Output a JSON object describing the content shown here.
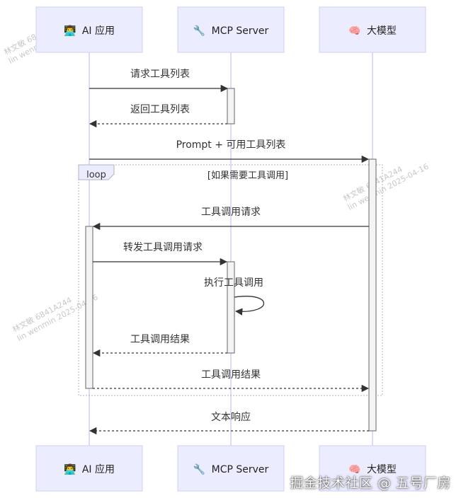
{
  "participants": [
    {
      "id": "app",
      "icon": "👨‍💻",
      "label": "AI 应用"
    },
    {
      "id": "mcp",
      "icon": "🔧",
      "label": "MCP Server"
    },
    {
      "id": "llm",
      "icon": "🧠",
      "label": "大模型"
    }
  ],
  "messages": [
    {
      "from": "app",
      "to": "mcp",
      "style": "solid",
      "text": "请求工具列表"
    },
    {
      "from": "mcp",
      "to": "app",
      "style": "dashed",
      "text": "返回工具列表"
    },
    {
      "from": "app",
      "to": "llm",
      "style": "solid",
      "text": "Prompt + 可用工具列表"
    },
    {
      "from": "llm",
      "to": "app",
      "style": "solid",
      "text": "工具调用请求"
    },
    {
      "from": "app",
      "to": "mcp",
      "style": "solid",
      "text": "转发工具调用请求"
    },
    {
      "from": "mcp",
      "to": "mcp",
      "style": "solid",
      "text": "执行工具调用"
    },
    {
      "from": "mcp",
      "to": "app",
      "style": "dashed",
      "text": "工具调用结果"
    },
    {
      "from": "app",
      "to": "llm",
      "style": "dashed",
      "text": "工具调用结果"
    },
    {
      "from": "llm",
      "to": "app",
      "style": "dashed",
      "text": "文本响应"
    }
  ],
  "loop": {
    "label": "loop",
    "condition": "[如果需要工具调用]"
  },
  "watermark": {
    "line1": "林文敏 6841A244",
    "line2": "lin wenmin 2025-04-16"
  },
  "brand": "掘金技术社区 @ 五号厂房"
}
